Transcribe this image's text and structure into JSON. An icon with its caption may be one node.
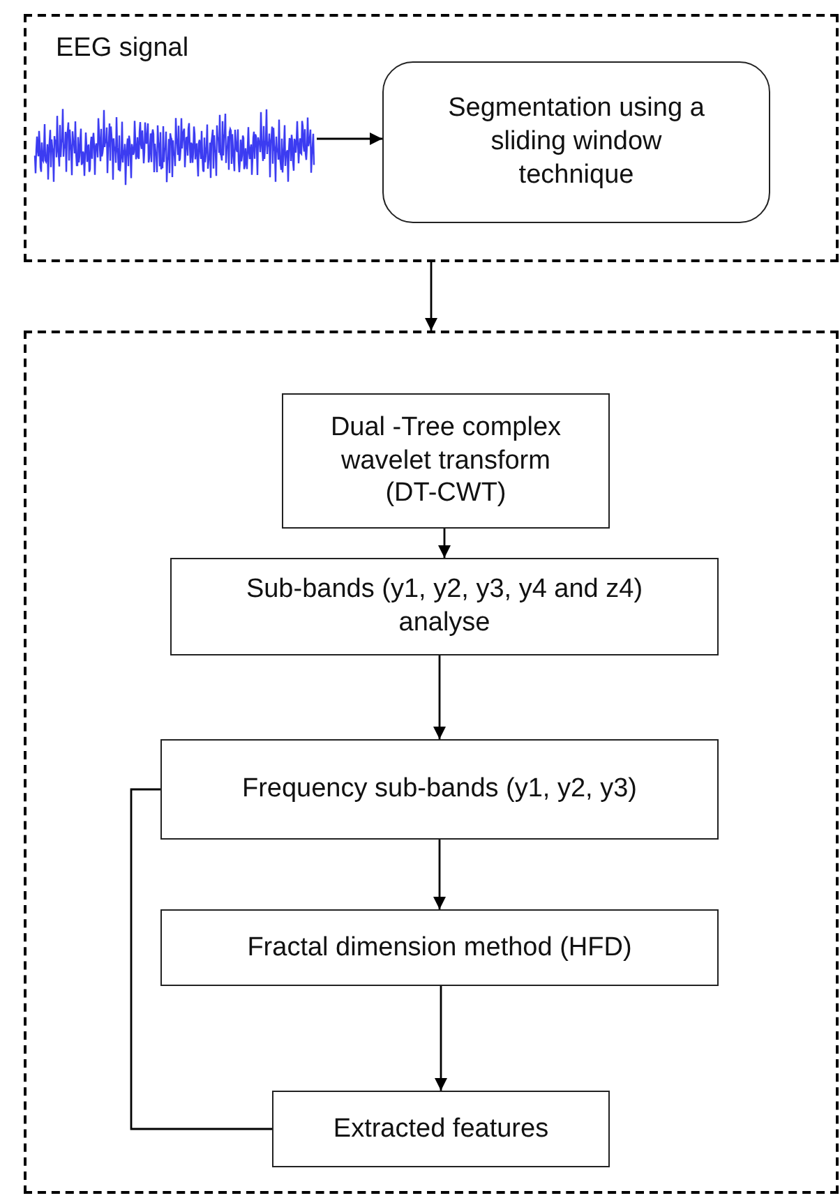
{
  "diagram": {
    "nodes": [
      {
        "text": [],
        "shape": "box"
      },
      {
        "text": [
          "EEG signal"
        ],
        "in": 0
      },
      {
        "text": [
          "Segmentation using a sliding window technique"
        ],
        "in": 0
      },
      {
        "text": [],
        "shape": "box"
      },
      {
        "text": [
          "Dual -Tree complex wavelet transform (DT-CWT)"
        ],
        "in": 3
      },
      {
        "text": [
          "Sub-bands (y1, y2, y3, y4 and z4) analyse"
        ],
        "in": 3
      },
      {
        "text": [
          "Frequency sub-bands (y1, y2, y3)"
        ],
        "in": 3
      },
      {
        "text": [
          "Fractal dimension method (HFD)"
        ],
        "in": 3
      },
      {
        "text": [
          "Extracted features"
        ],
        "in": 3
      }
    ],
    "edges": [
      {
        "from": 1,
        "to": 2,
        "arrow": "to"
      },
      {
        "from": 0,
        "to": 3,
        "arrow": "to"
      },
      {
        "from": 4,
        "to": 5,
        "arrow": "to"
      },
      {
        "from": 5,
        "to": 6,
        "arrow": "to"
      },
      {
        "from": 6,
        "to": 7,
        "arrow": "to"
      },
      {
        "from": 7,
        "to": 8,
        "arrow": "to"
      },
      {
        "from": 6,
        "to": 8,
        "arrow": "none"
      }
    ]
  }
}
